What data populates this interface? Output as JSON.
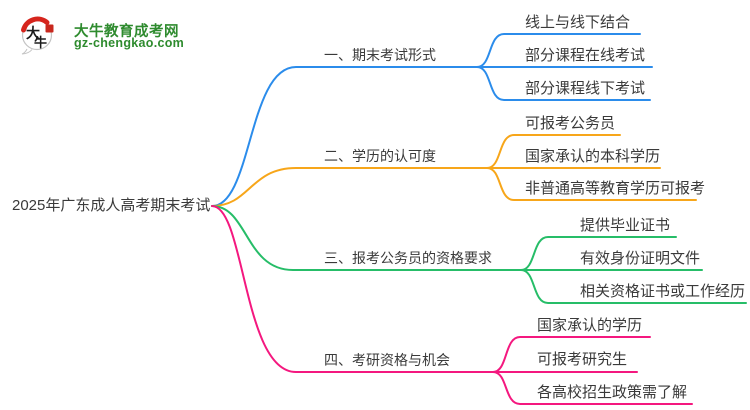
{
  "page": {
    "background": "#ffffff",
    "text_color": "#3a3a3a"
  },
  "logo": {
    "title": "大牛教育成考网",
    "domain": "gz-chengkao.com",
    "icon_char_top": "大",
    "icon_char_bottom": "牛",
    "brand_green": "#2e8b2e",
    "brand_red": "#d6251d"
  },
  "mindmap": {
    "root": {
      "label": "2025年广东成人高考期末考试"
    },
    "branches": [
      {
        "label": "一、期末考试形式",
        "color": "#2b8ceb",
        "children": [
          "线上与线下结合",
          "部分课程在线考试",
          "部分课程线下考试"
        ]
      },
      {
        "label": "二、学历的认可度",
        "color": "#f7a61a",
        "children": [
          "可报考公务员",
          "国家承认的本科学历",
          "非普通高等教育学历可报考"
        ]
      },
      {
        "label": "三、报考公务员的资格要求",
        "color": "#26bd68",
        "children": [
          "提供毕业证书",
          "有效身份证明文件",
          "相关资格证书或工作经历"
        ]
      },
      {
        "label": "四、考研资格与机会",
        "color": "#f4187f",
        "children": [
          "国家承认的学历",
          "可报考研究生",
          "各高校招生政策需了解"
        ]
      }
    ]
  }
}
